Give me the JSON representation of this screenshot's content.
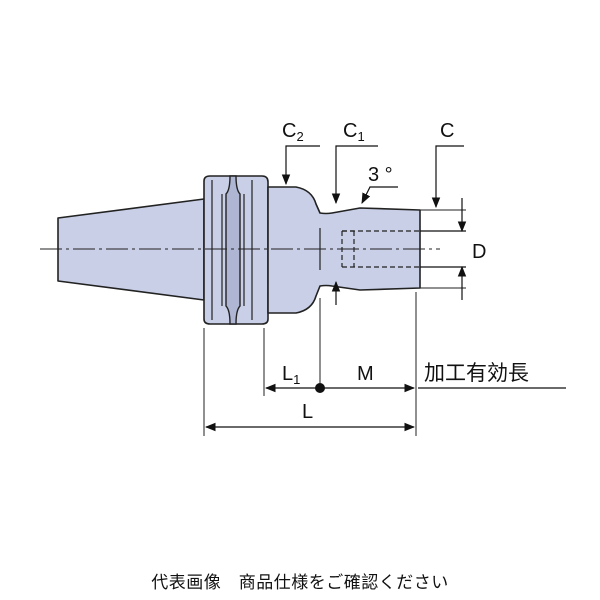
{
  "labels": {
    "c2": "C",
    "c2_sub": "2",
    "c1": "C",
    "c1_sub": "1",
    "c": "C",
    "angle": "3 °",
    "d": "D",
    "l1": "L",
    "l1_sub": "1",
    "m": "M",
    "l": "L",
    "effective_length": "加工有効長"
  },
  "caption": "代表画像　商品仕様をご確認ください",
  "colors": {
    "body_fill": "#c8cfe6",
    "outline": "#222222",
    "background": "#ffffff"
  }
}
